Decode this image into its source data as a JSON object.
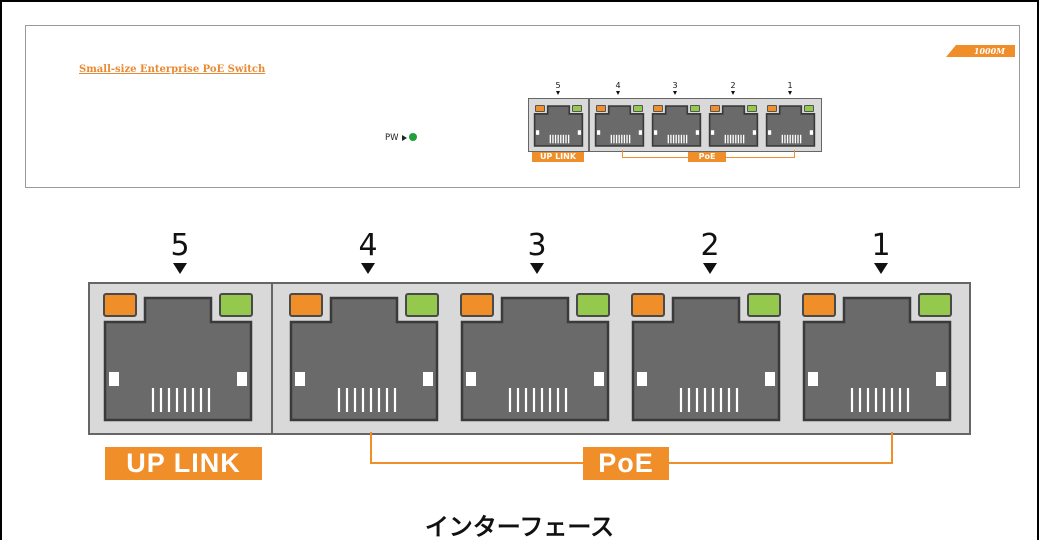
{
  "device": {
    "model_title": "Small-size Enterprise PoE Switch",
    "speed_badge": "1000M",
    "power_label": "PW"
  },
  "ports": [
    {
      "number": "5",
      "group": "uplink"
    },
    {
      "number": "4",
      "group": "poe"
    },
    {
      "number": "3",
      "group": "poe"
    },
    {
      "number": "2",
      "group": "poe"
    },
    {
      "number": "1",
      "group": "poe"
    }
  ],
  "labels": {
    "uplink": "UP LINK",
    "poe": "PoE"
  },
  "caption": "インターフェース",
  "colors": {
    "accent_orange": "#f08e2a",
    "link_led_green": "#95c94d",
    "power_led_green": "#1fa03c",
    "port_body": "#6a6a6a",
    "panel_gray": "#d9d9d9"
  }
}
